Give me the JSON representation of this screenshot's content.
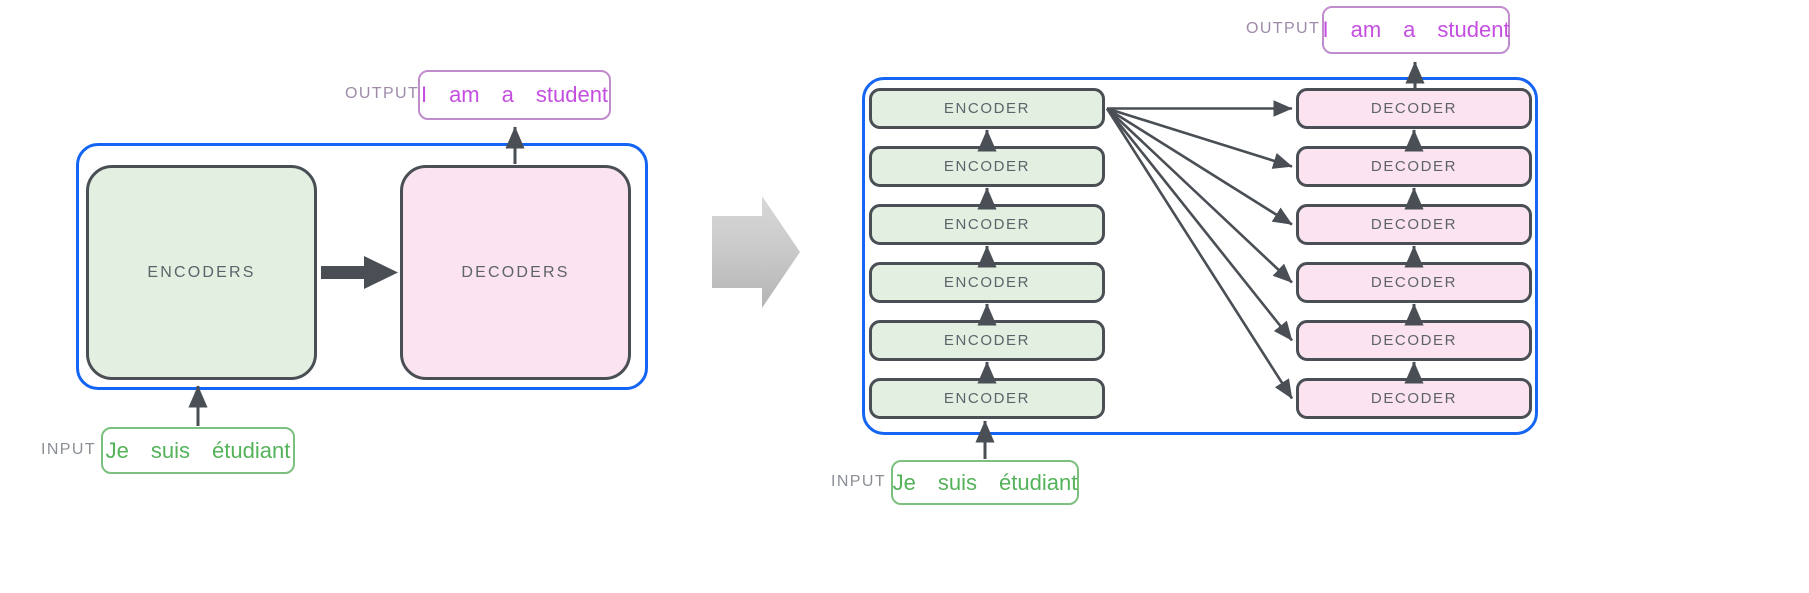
{
  "diagram": {
    "title": "Transformer encoder-decoder stack expansion",
    "colors": {
      "frame_blue": "#1565f5",
      "box_border": "#4a4f55",
      "encoder_fill": "#e3f0e1",
      "decoder_fill": "#fbe3ef",
      "input_green": "#54b35a",
      "output_purple": "#c44ee0",
      "label_gray": "#5e636b",
      "arrow_gray": "#4a4f55",
      "transition_arrow_gray": "#c6c6c6"
    },
    "left_panel": {
      "output_label": "OUTPUT",
      "output_tokens": [
        "I",
        "am",
        "a",
        "student"
      ],
      "input_label": "INPUT",
      "input_tokens": [
        "Je",
        "suis",
        "étudiant"
      ],
      "encoders_label": "ENCODERS",
      "decoders_label": "DECODERS"
    },
    "transition": {
      "icon": "right-block-arrow-icon"
    },
    "right_panel": {
      "output_label": "OUTPUT",
      "output_tokens": [
        "I",
        "am",
        "a",
        "student"
      ],
      "input_label": "INPUT",
      "input_tokens": [
        "Je",
        "suis",
        "étudiant"
      ],
      "encoder_label": "ENCODER",
      "decoder_label": "DECODER",
      "encoder_count": 6,
      "decoder_count": 6,
      "encoders": [
        "ENCODER",
        "ENCODER",
        "ENCODER",
        "ENCODER",
        "ENCODER",
        "ENCODER"
      ],
      "decoders": [
        "DECODER",
        "DECODER",
        "DECODER",
        "DECODER",
        "DECODER",
        "DECODER"
      ]
    }
  }
}
